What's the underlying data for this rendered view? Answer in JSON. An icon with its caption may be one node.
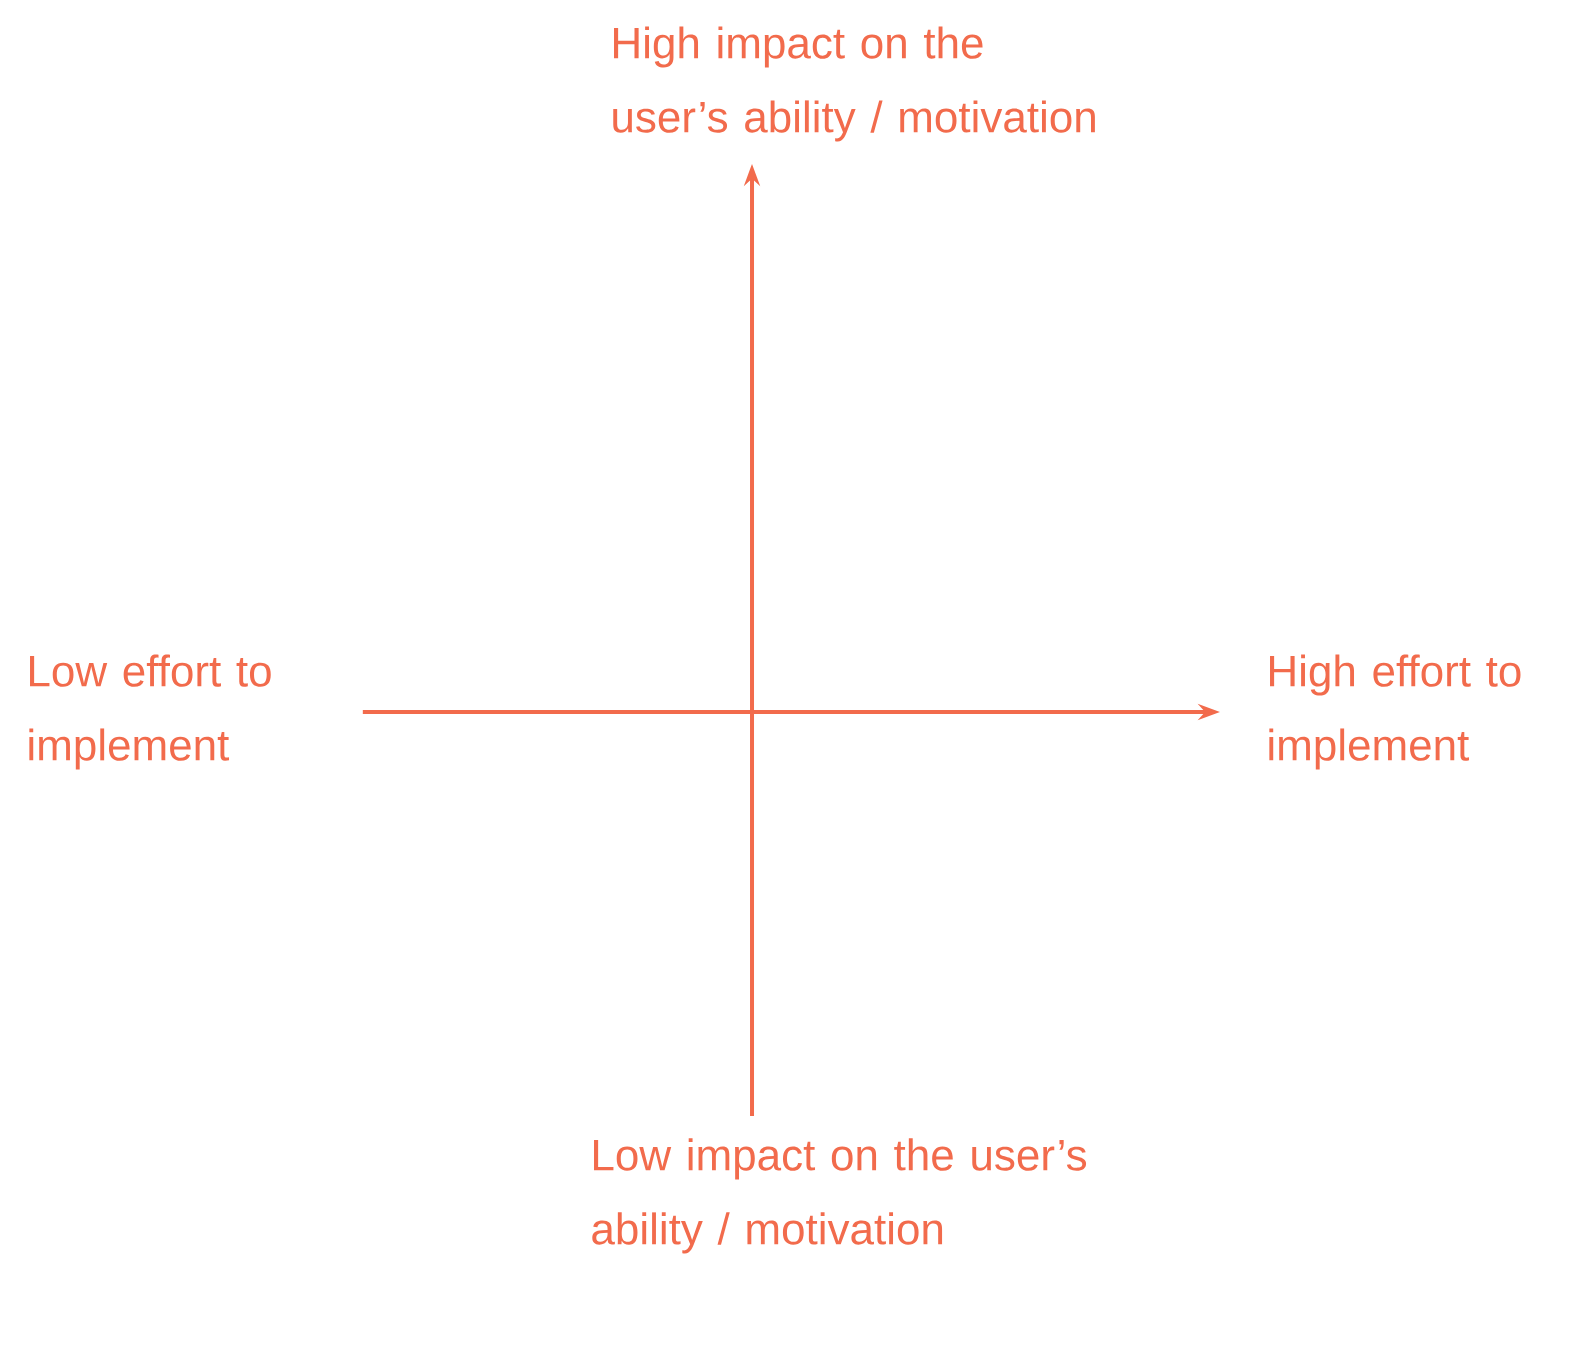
{
  "diagram": {
    "nodes": [
      {
        "text": [
          "High impact on the user’s ability / motivation"
        ]
      },
      {
        "text": [
          "Low effort to implement"
        ]
      },
      {
        "text": [
          "High effort to implement"
        ]
      },
      {
        "text": [
          "Low impact on the user’s ability / motivation"
        ]
      }
    ],
    "edges": [
      {
        "from": 1,
        "to": 2,
        "arrow": "to"
      },
      {
        "from": 3,
        "to": 0,
        "arrow": "to"
      }
    ]
  }
}
